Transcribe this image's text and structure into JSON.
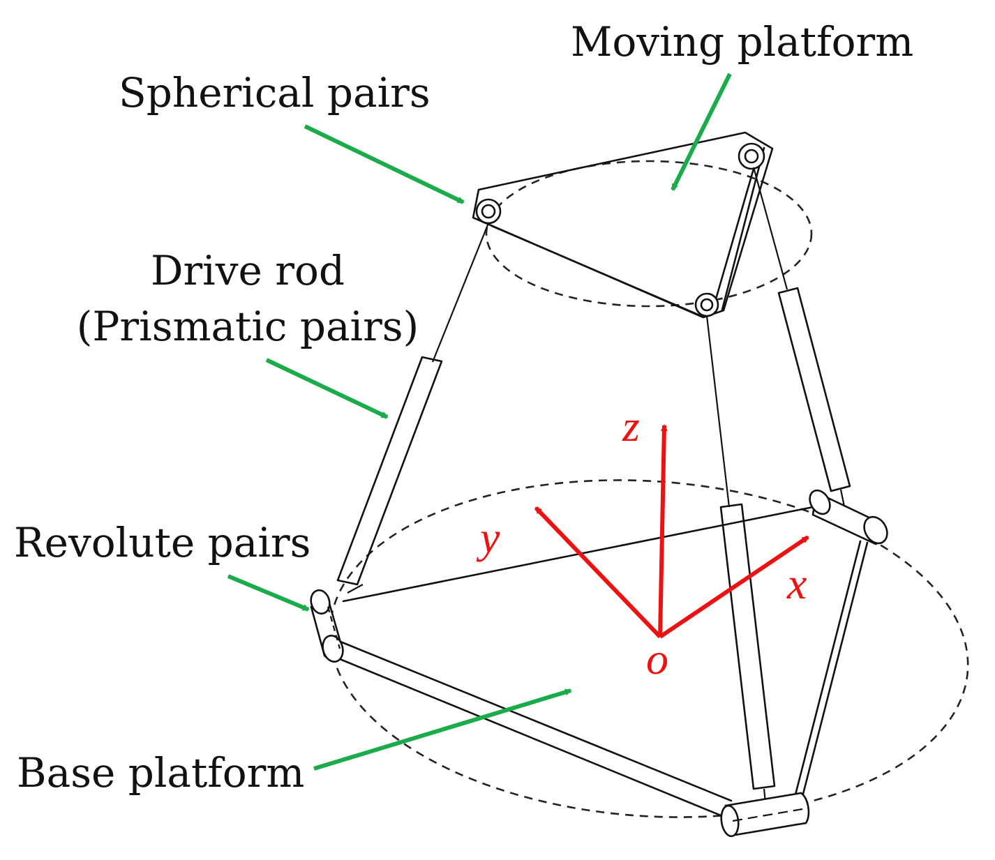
{
  "labels": {
    "moving_platform": "Moving platform",
    "spherical_pairs": "Spherical pairs",
    "drive_rod_line1": "Drive rod",
    "drive_rod_line2": "(Prismatic pairs)",
    "revolute_pairs": "Revolute pairs",
    "base_platform": "Base platform"
  },
  "axes": {
    "x": "x",
    "y": "y",
    "z": "z",
    "origin": "o"
  },
  "colors": {
    "arrow_green": "#1aab4b",
    "axis_red": "#ee1111",
    "line": "#111111"
  }
}
